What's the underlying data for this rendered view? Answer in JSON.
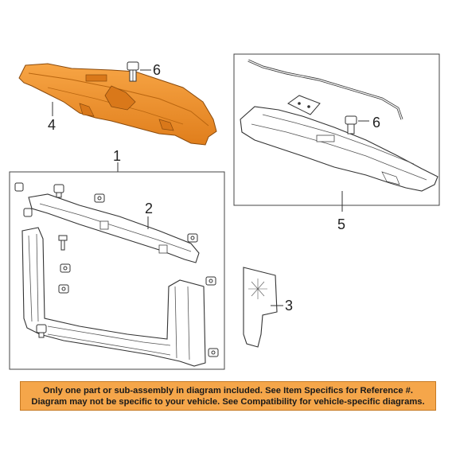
{
  "callouts": {
    "c1": "1",
    "c2": "2",
    "c3": "3",
    "c4": "4",
    "c5": "5",
    "c6a": "6",
    "c6b": "6"
  },
  "banner": {
    "line1": "Only one part or sub-assembly in diagram included. See Item Specifics for Reference #.",
    "line2": "Diagram may not be specific to your vehicle. See Compatibility for vehicle-specific diagrams."
  },
  "colors": {
    "highlight_part": "#f0932b",
    "banner_bg": "#f5a64a",
    "line": "#333333"
  }
}
